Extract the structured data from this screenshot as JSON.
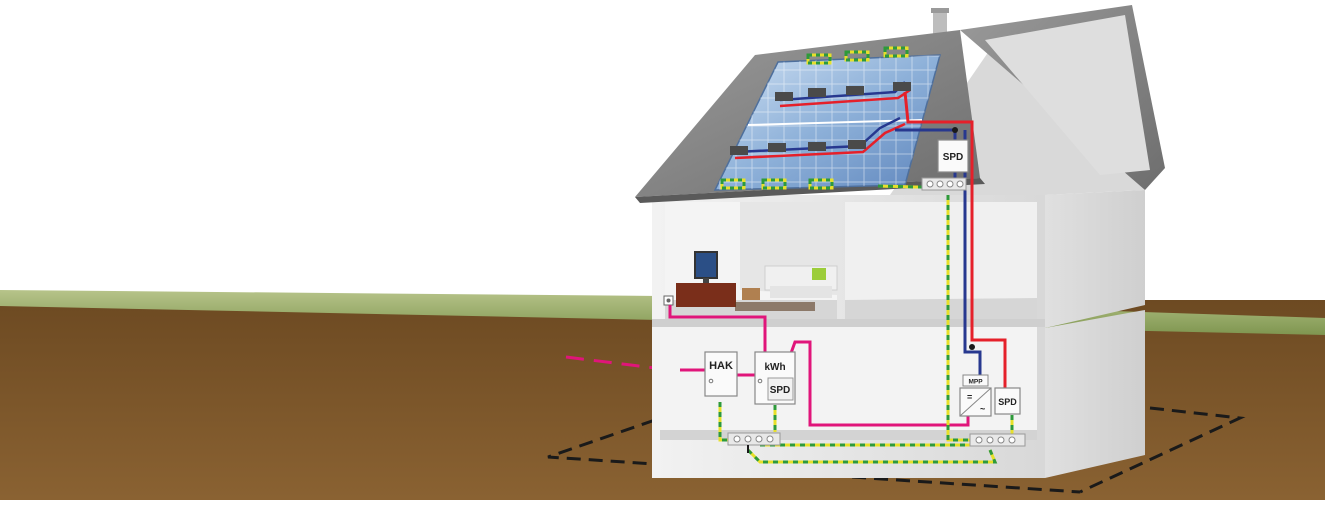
{
  "labels": {
    "spd_roof": "SPD",
    "hak": "HAK",
    "kwh": "kWh",
    "spd_meter": "SPD",
    "mpp": "MPP",
    "spd_inverter": "SPD"
  },
  "colors": {
    "ground": "#7a5226",
    "grass": "#8aa05a",
    "roof": "#7a7a7a",
    "wall": "#e8e8e8",
    "panel": "#8fb0d8",
    "dc_positive": "#e5202a",
    "dc_negative": "#27388f",
    "ac_line": "#e0157a",
    "earth_yellow": "#e6e02a",
    "earth_green": "#2e9a3a",
    "ground_loop": "#1a1a1a"
  },
  "icons": [
    "solar-panel-icon",
    "inverter-icon",
    "tv-icon",
    "sofa-icon",
    "socket-icon",
    "chimney-icon"
  ]
}
